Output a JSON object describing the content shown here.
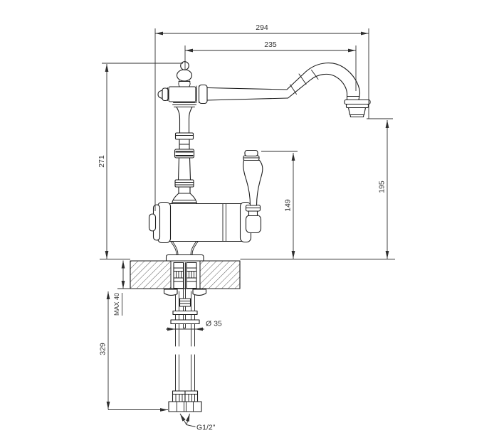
{
  "drawing": {
    "type": "technical-dimension-drawing",
    "subject": "traditional single-lever kitchen faucet, side view with countertop section",
    "units": "mm",
    "colors": {
      "line": "#1d1d1d",
      "dimension": "#2e2e2e",
      "text": "#333333",
      "background": "#ffffff"
    }
  },
  "dimensions": {
    "overall_reach": "294",
    "spout_reach": "235",
    "overall_height": "271",
    "handle_height": "149",
    "outlet_height": "195",
    "max_deck_thickness": "MAX 40",
    "under_counter_length": "329",
    "hole_diameter": "Ø 35",
    "connection_thread": "G1/2\""
  }
}
